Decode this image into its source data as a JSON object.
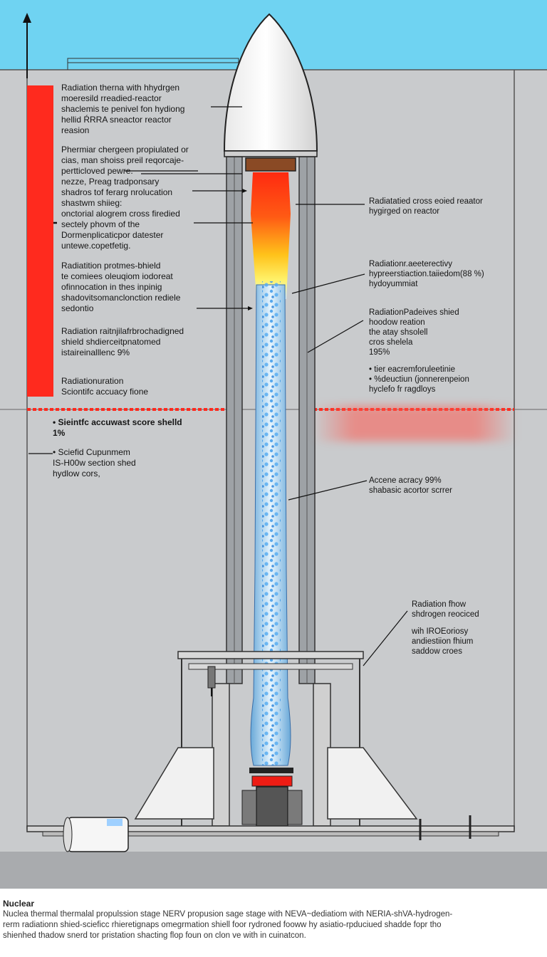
{
  "labels": {
    "l1": "Radiation therna with hhydrgen\nmoeresild rreadied-reactor\nshaclemis te penivel fon hydiong\nhellid ŔRRA sneactor reactor\nreasion",
    "l2": "Phermiar chergeen propiulated or\ncias, man shoiss preil reqorcaje-\npertticloved pewre.\nnezze, Preag tradponsary\nshadros tof ferarg nrolucation\nshastwm shiieg:\nonctorial alogrem cross firedied\nsectely phovm of the\nDormenplicaticpor datester\nuntewe.copetfetig.",
    "l3": "Radiatition protmes-bhield\nte comiees oleuqiom iodoreat\nofinnocation in thes inpinig\nshadovitsomanclonction rediele\nsedontio",
    "l4": "Radiation raitnjilafrbrochadigned\nshield shdierceitpnatomed\nistaireinalllenc 9%",
    "l5": "Radiationuration\nSciontifc accuacy fione",
    "l6": "Sieintfc accuwast score shelld\n1%",
    "l7": "Sciefid Cupunmem\nIS-H00w section shed\nhydlow cors,",
    "r1": "Radiatatied cross eoied reaator\nhygirged on reactor",
    "r2": "Radiationr.aeeterectivy\nhypreerstiaction.taiiedom(88 %)\nhydoyummiat",
    "r3": "RadiationPadeives shied\nhoodow reation\nthe atay shsolell\ncros shelela\n195%",
    "r3b": "• tier eacremforuleetinie\n• %deuctiun (jonnerenpeion\nhyclefo fr ragdloys",
    "r4": "Accene acracy 99%\nshabasic acortor scrrer",
    "r5": "Radiation fhow\nshdrogen reociced",
    "r5b": "wih IROEoriosy\nandiestiion fhium\nsaddow croes"
  },
  "caption": {
    "title": "Nuclear",
    "text": "Nuclea thermal thermalal propulssion stage NERV propusion sage stage with NEVA~dediatiom with NERIA-shVA-hydrogen-\nrerm radiationn shied-scieficc rhieretignaps omegrmation shiell foor rydroned fooww hy asiatio-rpduciued shadde fopr tho\nshienhed thadow snerd tor pristation shacting flop foun on clon ve with in cuinatcon."
  },
  "colors": {
    "sky": "#6fd3f2",
    "heat_red": "#ff2a1e",
    "hydrogen_blue": "#8fd1ff",
    "nosecone": "#ffffff"
  }
}
